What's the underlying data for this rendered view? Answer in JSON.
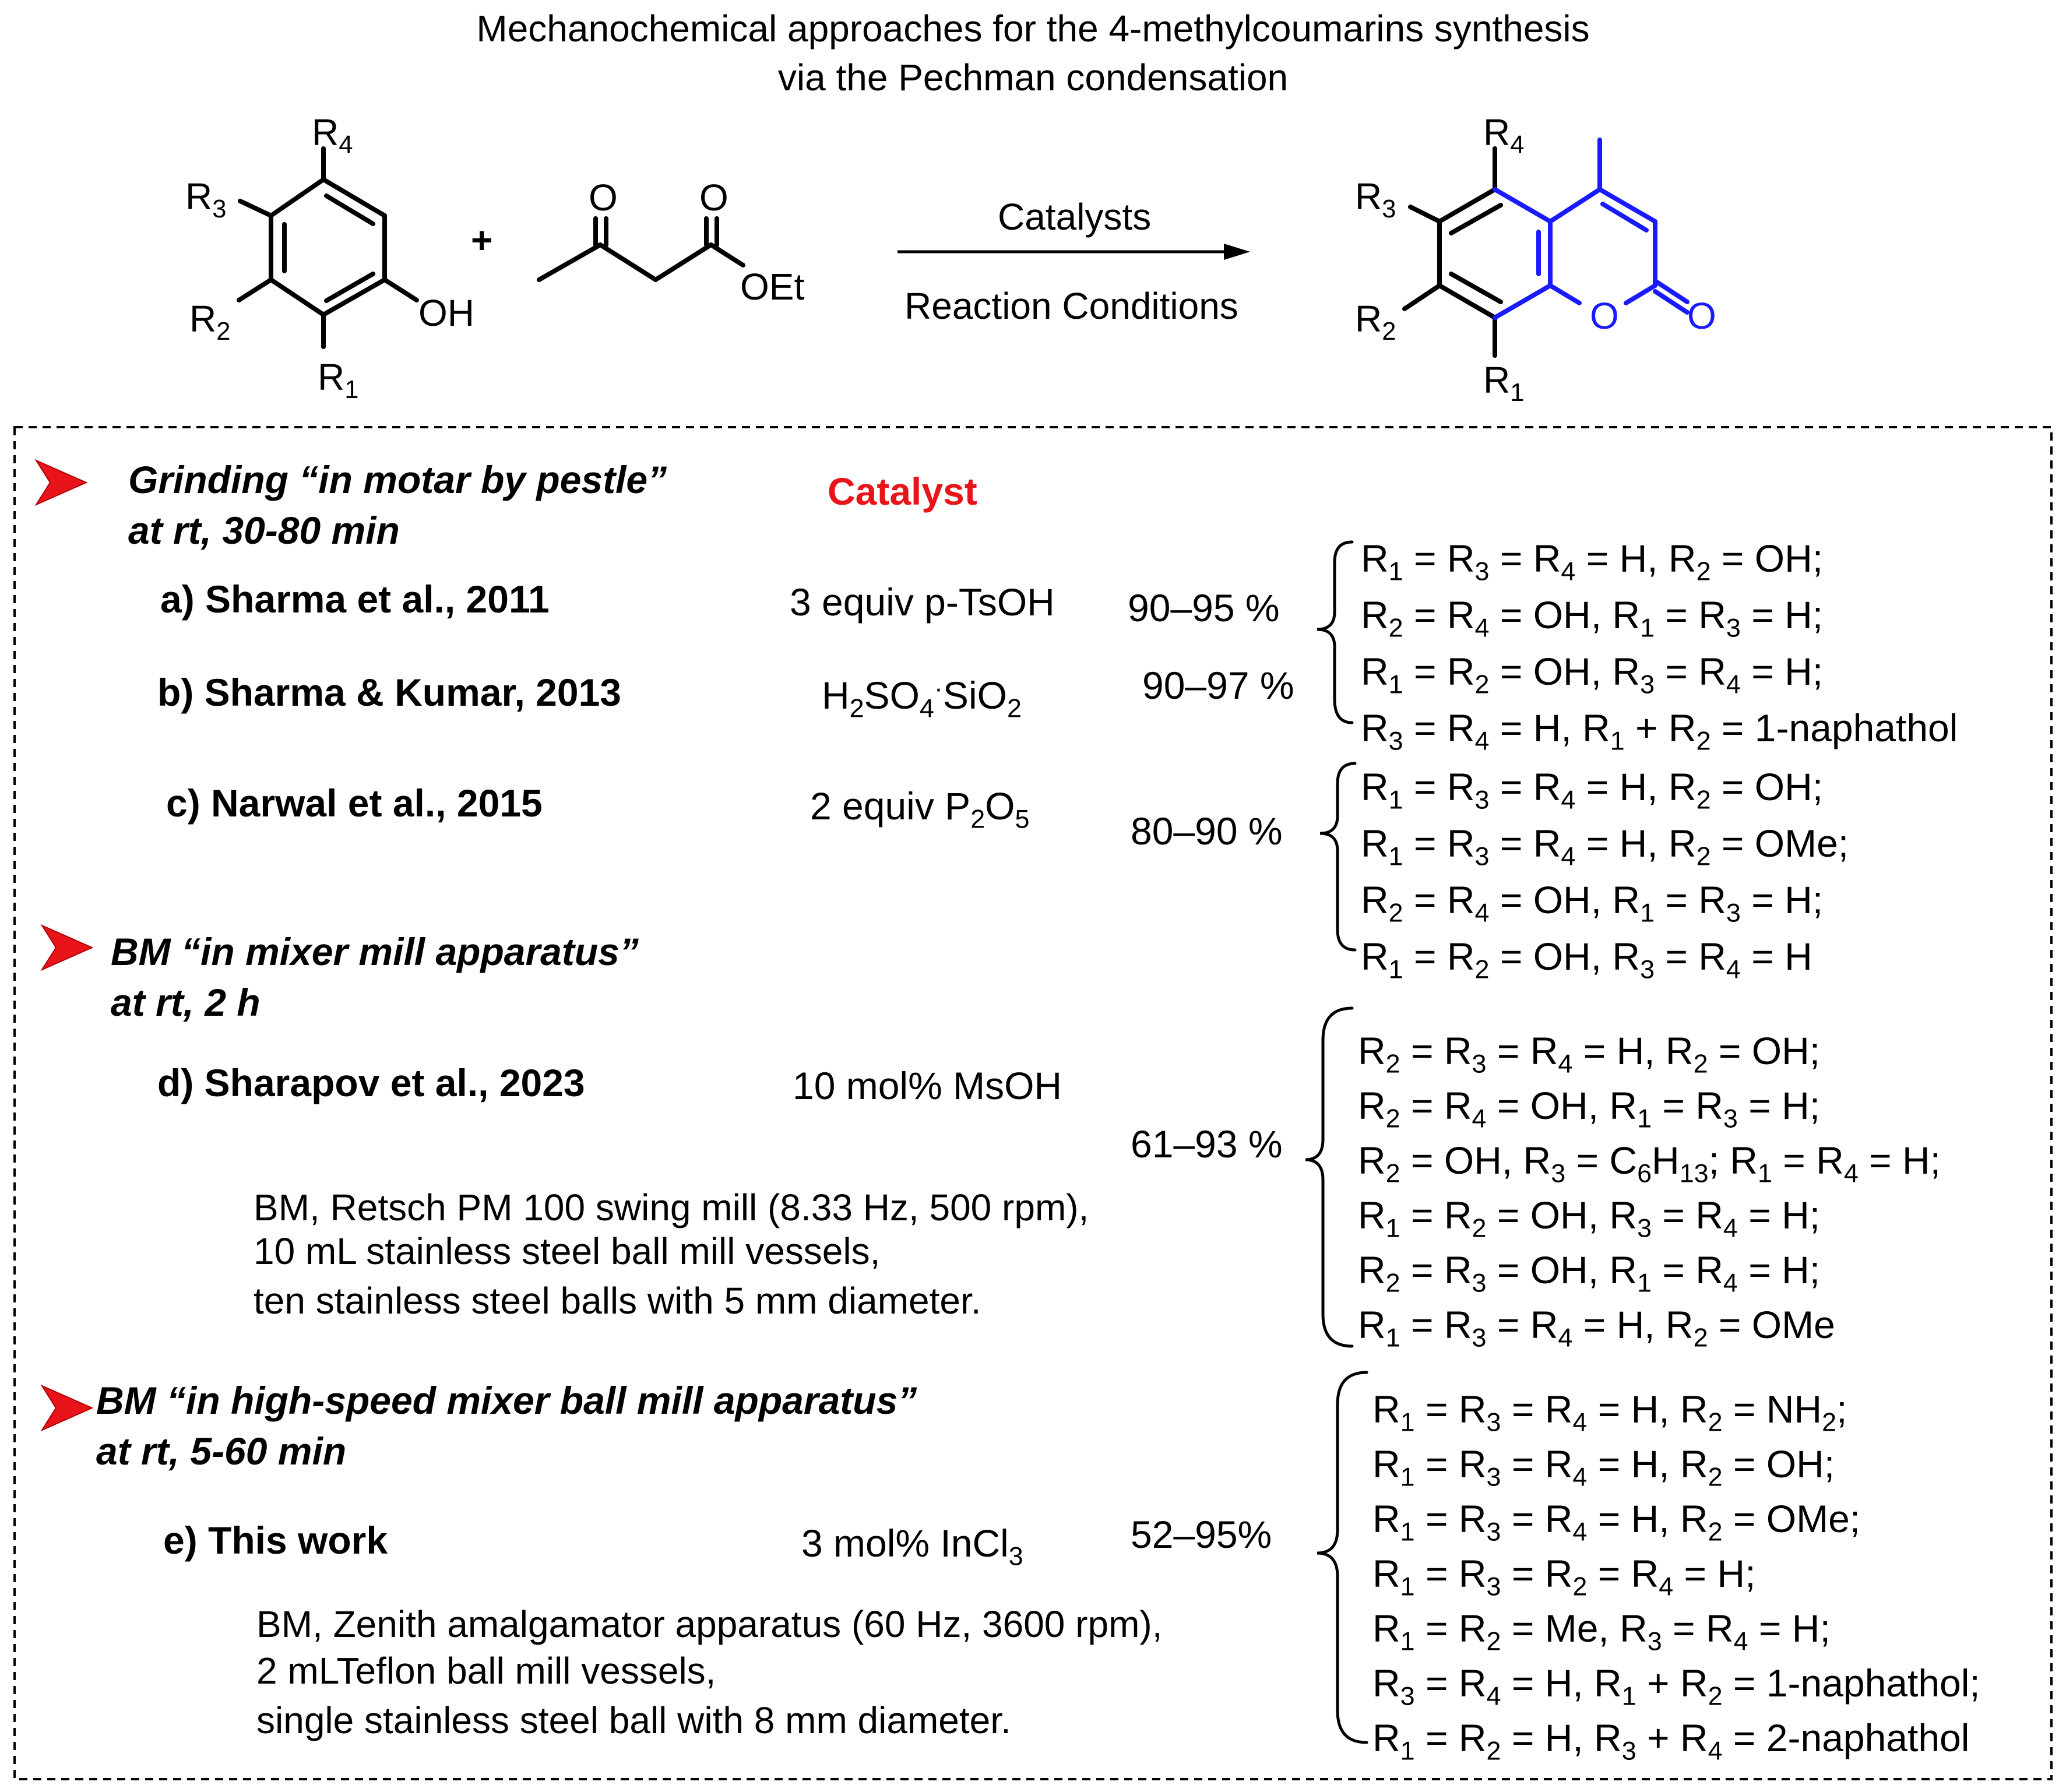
{
  "title": {
    "line1": "Mechanochemical approaches for the 4-methylcoumarins synthesis",
    "line2": "via the Pechman condensation"
  },
  "scheme": {
    "phenol": {
      "r4": "R4",
      "r3": "R3",
      "r2": "R2",
      "r1": "R1",
      "oh": "OH"
    },
    "plus": "+",
    "ketoester": {
      "o1": "O",
      "o2": "O",
      "oet": "OEt"
    },
    "arrow_top": "Catalysts",
    "arrow_bottom": "Reaction Conditions",
    "product": {
      "r4": "R4",
      "r3": "R3",
      "r2": "R2",
      "r1": "R1",
      "ring_o": "O",
      "carbonyl_o": "O"
    },
    "coumarin_color": "#1a1aff"
  },
  "accent_color": "#e8141a",
  "catalyst_header": "Catalyst",
  "sections": [
    {
      "heading1": "Grinding “in motar by pestle”",
      "heading2": "at rt,  30-80 min"
    },
    {
      "heading1": "BM “in mixer mill apparatus”",
      "heading2": "at rt, 2 h"
    },
    {
      "heading1": "BM  “in high-speed mixer ball mill  apparatus”",
      "heading2": "at rt, 5-60 min"
    }
  ],
  "entries": {
    "a": {
      "ref": "a) Sharma et al., 2011",
      "catalyst": "3 equiv p-TsOH",
      "yield": "90–95 %"
    },
    "b": {
      "ref": "b) Sharma & Kumar, 2013",
      "catalyst_a": "H",
      "catalyst_b": "2",
      "catalyst_c": "SO",
      "catalyst_d": "4",
      "catalyst_e": "·",
      "catalyst_f": "SiO",
      "catalyst_g": "2",
      "yield": "90–97 %"
    },
    "c": {
      "ref": "c) Narwal et al., 2015",
      "catalyst_a": "2 equiv P",
      "catalyst_b": "2",
      "catalyst_c": "O",
      "catalyst_d": "5",
      "yield": "80–90 %"
    },
    "d": {
      "ref": "d) Sharapov et al., 2023",
      "catalyst": "10 mol% MsOH",
      "yield": "61–93 %",
      "cond1": "BM, Retsch PM 100 swing mill (8.33 Hz, 500 rpm),",
      "cond2": "10 mL stainless steel ball mill vessels,",
      "cond3": "ten stainless steel balls with 5 mm diameter."
    },
    "e": {
      "ref": "e) This work",
      "catalyst_a": "3 mol% InCl",
      "catalyst_b": "3",
      "yield": "52–95%",
      "cond1": "BM, Zenith amalgamator apparatus (60 Hz, 3600 rpm),",
      "cond2": "2 mLTeflon  ball mill vessels,",
      "cond3": "single stainless steel ball with 8 mm diameter."
    }
  },
  "substituent_groups": {
    "ab": [
      "R1 = R3 = R4 = H, R2 = OH;",
      "R2 = R4 = OH, R1 = R3 = H;",
      "R1 = R2 = OH, R3 = R4 = H;",
      "R3 = R4 = H, R1 + R2 = 1-naphathol"
    ],
    "c": [
      "R1 = R3 = R4 = H, R2 = OH;",
      "R1 = R3 = R4 = H, R2 = OMe;",
      "R2 = R4 = OH, R1 = R3 = H;",
      "R1 = R2 = OH, R3 = R4 = H"
    ],
    "d": [
      "R2 = R3 = R4 = H, R2 = OH;",
      "R2 = R4 = OH, R1 = R3 = H;",
      "R2 = OH, R3 = C6H13; R1 = R4 = H;",
      "R1 = R2 = OH, R3 = R4 = H;",
      "R2 = R3 = OH, R1 = R4 = H;",
      "R1 = R3 = R4 = H, R2 = OMe"
    ],
    "e": [
      "R1 = R3 = R4 = H, R2 = NH2;",
      "R1 = R3 = R4 = H, R2 = OH;",
      "R1 = R3 = R4 = H, R2 = OMe;",
      "R1 = R3 = R2 = R4 = H;",
      "R1 = R2 = Me, R3 = R4 = H;",
      "R3 = R4 = H, R1 + R2 = 1-naphathol;",
      "R1 = R2 = H, R3 + R4 = 2-naphathol"
    ]
  }
}
